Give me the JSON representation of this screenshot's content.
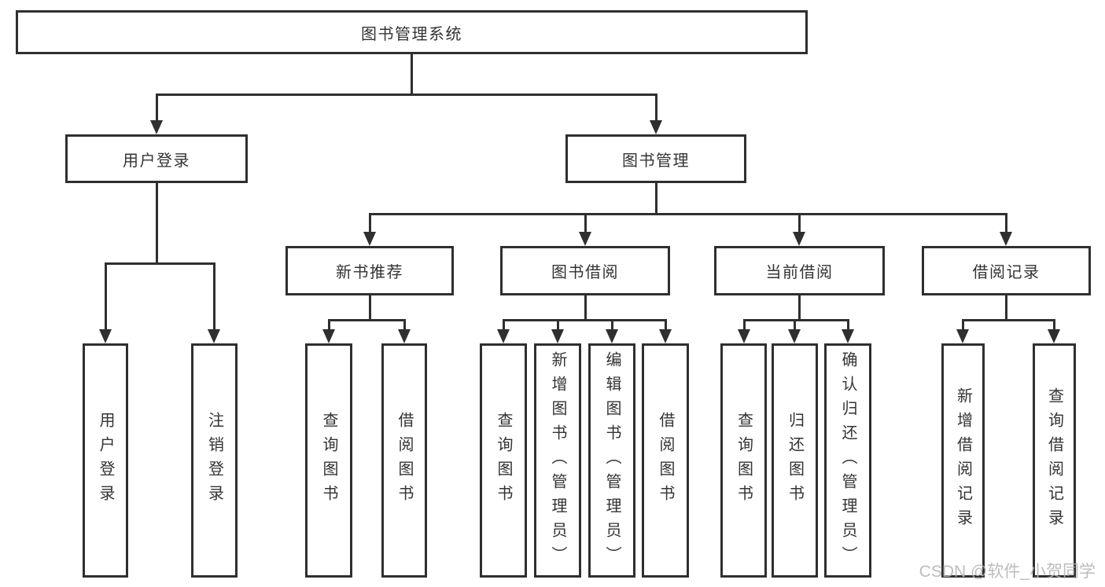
{
  "colors": {
    "line": "#2f2f2f",
    "text": "#333333",
    "background": "#ffffff",
    "watermark": "#b5b5b5"
  },
  "watermark": "CSDN @软件_小贺同学",
  "tree": {
    "label": "图书管理系统",
    "children": [
      {
        "label": "用户登录",
        "children": [
          {
            "label": "用户登录"
          },
          {
            "label": "注销登录"
          }
        ]
      },
      {
        "label": "图书管理",
        "children": [
          {
            "label": "新书推荐",
            "children": [
              {
                "label": "查询图书"
              },
              {
                "label": "借阅图书"
              }
            ]
          },
          {
            "label": "图书借阅",
            "children": [
              {
                "label": "查询图书"
              },
              {
                "label": "新增图书（管理员）"
              },
              {
                "label": "编辑图书（管理员）"
              },
              {
                "label": "借阅图书"
              }
            ]
          },
          {
            "label": "当前借阅",
            "children": [
              {
                "label": "查询图书"
              },
              {
                "label": "归还图书"
              },
              {
                "label": "确认归还（管理员）"
              }
            ]
          },
          {
            "label": "借阅记录",
            "children": [
              {
                "label": "新增借阅记录"
              },
              {
                "label": "查询借阅记录"
              }
            ]
          }
        ]
      }
    ]
  }
}
